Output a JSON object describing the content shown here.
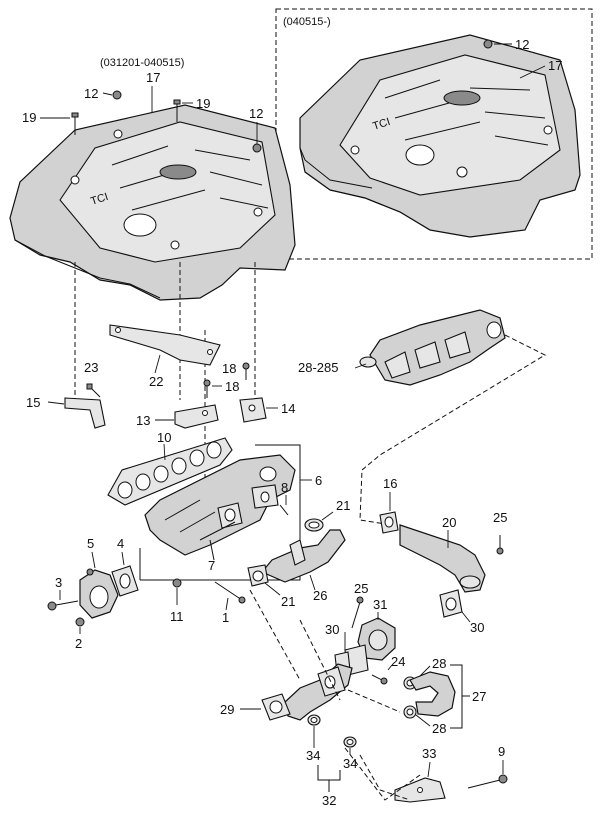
{
  "variants": {
    "early": "(031201-040515)",
    "late": "(040515-)"
  },
  "cover_badge": "TCI",
  "callouts": {
    "c12a": "12",
    "c12b": "12",
    "c12c": "12",
    "c17a": "17",
    "c17b": "17",
    "c19a": "19",
    "c19b": "19",
    "c22": "22",
    "c23": "23",
    "c15": "15",
    "c13": "13",
    "c18a": "18",
    "c18b": "18",
    "c14": "14",
    "c10": "10",
    "c6": "6",
    "c8": "8",
    "c21a": "21",
    "c21b": "21",
    "c5": "5",
    "c4": "4",
    "c3": "3",
    "c2": "2",
    "c7": "7",
    "c11": "11",
    "c1": "1",
    "c26": "26",
    "c28285": "28-285",
    "c16": "16",
    "c20": "20",
    "c25a": "25",
    "c25b": "25",
    "c31": "31",
    "c30a": "30",
    "c30b": "30",
    "c24": "24",
    "c28a": "28",
    "c28b": "28",
    "c27": "27",
    "c29": "29",
    "c34a": "34",
    "c34b": "34",
    "c32": "32",
    "c33": "33",
    "c9": "9"
  }
}
